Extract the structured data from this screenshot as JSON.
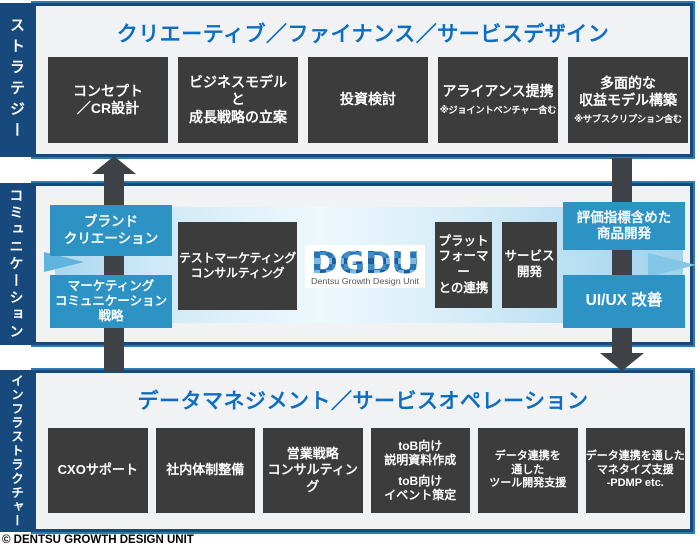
{
  "colors": {
    "navy": "#17497d",
    "panel_ring_blue": "#2d7ab2",
    "title_blue": "#0d6ec2",
    "service_dark": "#3c3c3c",
    "service_blue": "#2d93c5",
    "band_light_blue": "#bfe2f3",
    "arrow_gray": "#3e4146"
  },
  "logo": {
    "acronym": "DGDU",
    "caption": "Dentsu Growth Design Unit"
  },
  "copyright": "© DENTSU GROWTH DESIGN UNIT",
  "strategy": {
    "side_label": "ストラテジー",
    "title": "クリエーティブ／ファイナンス／サービスデザイン",
    "boxes": [
      {
        "lines": [
          "コンセプト",
          "／CR設計"
        ]
      },
      {
        "lines": [
          "ビジネスモデル",
          "と",
          "成長戦略の立案"
        ]
      },
      {
        "lines": [
          "投資検討"
        ]
      },
      {
        "lines": [
          "アライアンス提携"
        ],
        "note": "※ジョイントベンチャー含む"
      },
      {
        "lines": [
          "多面的な",
          "収益モデル構築"
        ],
        "note": "※サブスクリプション含む"
      }
    ]
  },
  "communication": {
    "side_label": "コミュニケーション",
    "left_boxes": [
      {
        "lines": [
          "ブランド",
          "クリエーション"
        ]
      },
      {
        "lines": [
          "マーケティング",
          "コミュニケーション",
          "戦略"
        ]
      }
    ],
    "dark_boxes": [
      {
        "lines": [
          "テストマーケティング",
          "コンサルティング"
        ]
      },
      {
        "lines": [
          "プラット",
          "フォーマー",
          "との連携"
        ]
      },
      {
        "lines": [
          "サービス",
          "開発"
        ]
      }
    ],
    "right_boxes": [
      {
        "lines": [
          "評価指標含めた",
          "商品開発"
        ]
      },
      {
        "lines": [
          "UI/UX 改善"
        ]
      }
    ]
  },
  "infrastructure": {
    "side_label": "インフラストラクチャー",
    "title": "データマネジメント／サービスオペレーション",
    "boxes": [
      {
        "lines": [
          "CXOサポート"
        ]
      },
      {
        "lines": [
          "社内体制整備"
        ]
      },
      {
        "lines": [
          "営業戦略",
          "コンサルティング"
        ]
      },
      {
        "groups": [
          [
            "toB向け",
            "説明資料作成"
          ],
          [
            "toB向け",
            "イベント策定"
          ]
        ]
      },
      {
        "lines": [
          "データ連携を",
          "通した",
          "ツール開発支援"
        ]
      },
      {
        "lines": [
          "データ連携を通した",
          "マネタイズ支援",
          "-PDMP etc."
        ]
      }
    ]
  }
}
